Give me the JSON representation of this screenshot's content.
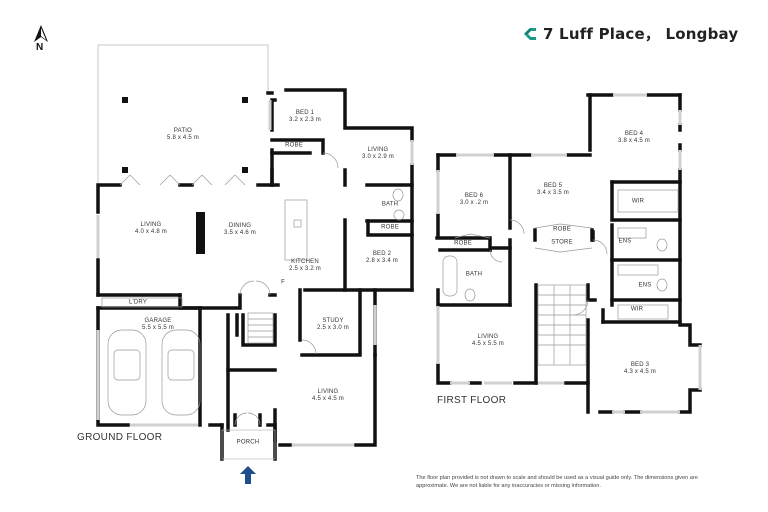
{
  "header": {
    "title": "7 Luff Place， Longbay",
    "logo_icon": "company-logo-c",
    "logo_color": "#1a9a8a"
  },
  "compass": {
    "label": "N",
    "icon": "north-arrow-icon"
  },
  "ground_floor": {
    "label": "GROUND FLOOR",
    "rooms": [
      {
        "name": "PATIO",
        "dims": "5.8 x 4.5 m"
      },
      {
        "name": "BED 1",
        "dims": "3.2 x 2.3 m"
      },
      {
        "name": "ROBE",
        "dims": ""
      },
      {
        "name": "LIVING",
        "dims": "3.0 x 2.9 m"
      },
      {
        "name": "LIVING",
        "dims": "4.0 x 4.8 m"
      },
      {
        "name": "DINING",
        "dims": "3.5 x 4.6 m"
      },
      {
        "name": "KITCHEN",
        "dims": "2.5 x 3.2 m"
      },
      {
        "name": "BATH",
        "dims": ""
      },
      {
        "name": "ROBE",
        "dims": ""
      },
      {
        "name": "BED 2",
        "dims": "2.8 x 3.4 m"
      },
      {
        "name": "L'DRY",
        "dims": ""
      },
      {
        "name": "GARAGE",
        "dims": "5.5 x 5.5 m"
      },
      {
        "name": "STUDY",
        "dims": "2.5 x 3.0 m"
      },
      {
        "name": "LIVING",
        "dims": "4.5 x 4.5 m"
      },
      {
        "name": "PORCH",
        "dims": ""
      },
      {
        "name": "F",
        "dims": ""
      }
    ]
  },
  "first_floor": {
    "label": "FIRST FLOOR",
    "rooms": [
      {
        "name": "BED 4",
        "dims": "3.8 x 4.5 m"
      },
      {
        "name": "BED 6",
        "dims": "3.0 x .2 m"
      },
      {
        "name": "BED 5",
        "dims": "3.4 x 3.5 m"
      },
      {
        "name": "WIR",
        "dims": ""
      },
      {
        "name": "ROBE",
        "dims": ""
      },
      {
        "name": "ROBE",
        "dims": ""
      },
      {
        "name": "STORE",
        "dims": ""
      },
      {
        "name": "ENS",
        "dims": ""
      },
      {
        "name": "BATH",
        "dims": ""
      },
      {
        "name": "ENS",
        "dims": ""
      },
      {
        "name": "WIR",
        "dims": ""
      },
      {
        "name": "LIVING",
        "dims": "4.5 x 5.5 m"
      },
      {
        "name": "BED 3",
        "dims": "4.3 x 4.5 m"
      }
    ]
  },
  "disclaimer": "The floor plan provided is not drawn to scale and should be used as a visual guide only. The dimensions given are approximate. We are not liable for any inaccuracies or missing information.",
  "entry_arrow": {
    "icon": "entry-arrow-icon",
    "color": "#1f4e8c"
  }
}
